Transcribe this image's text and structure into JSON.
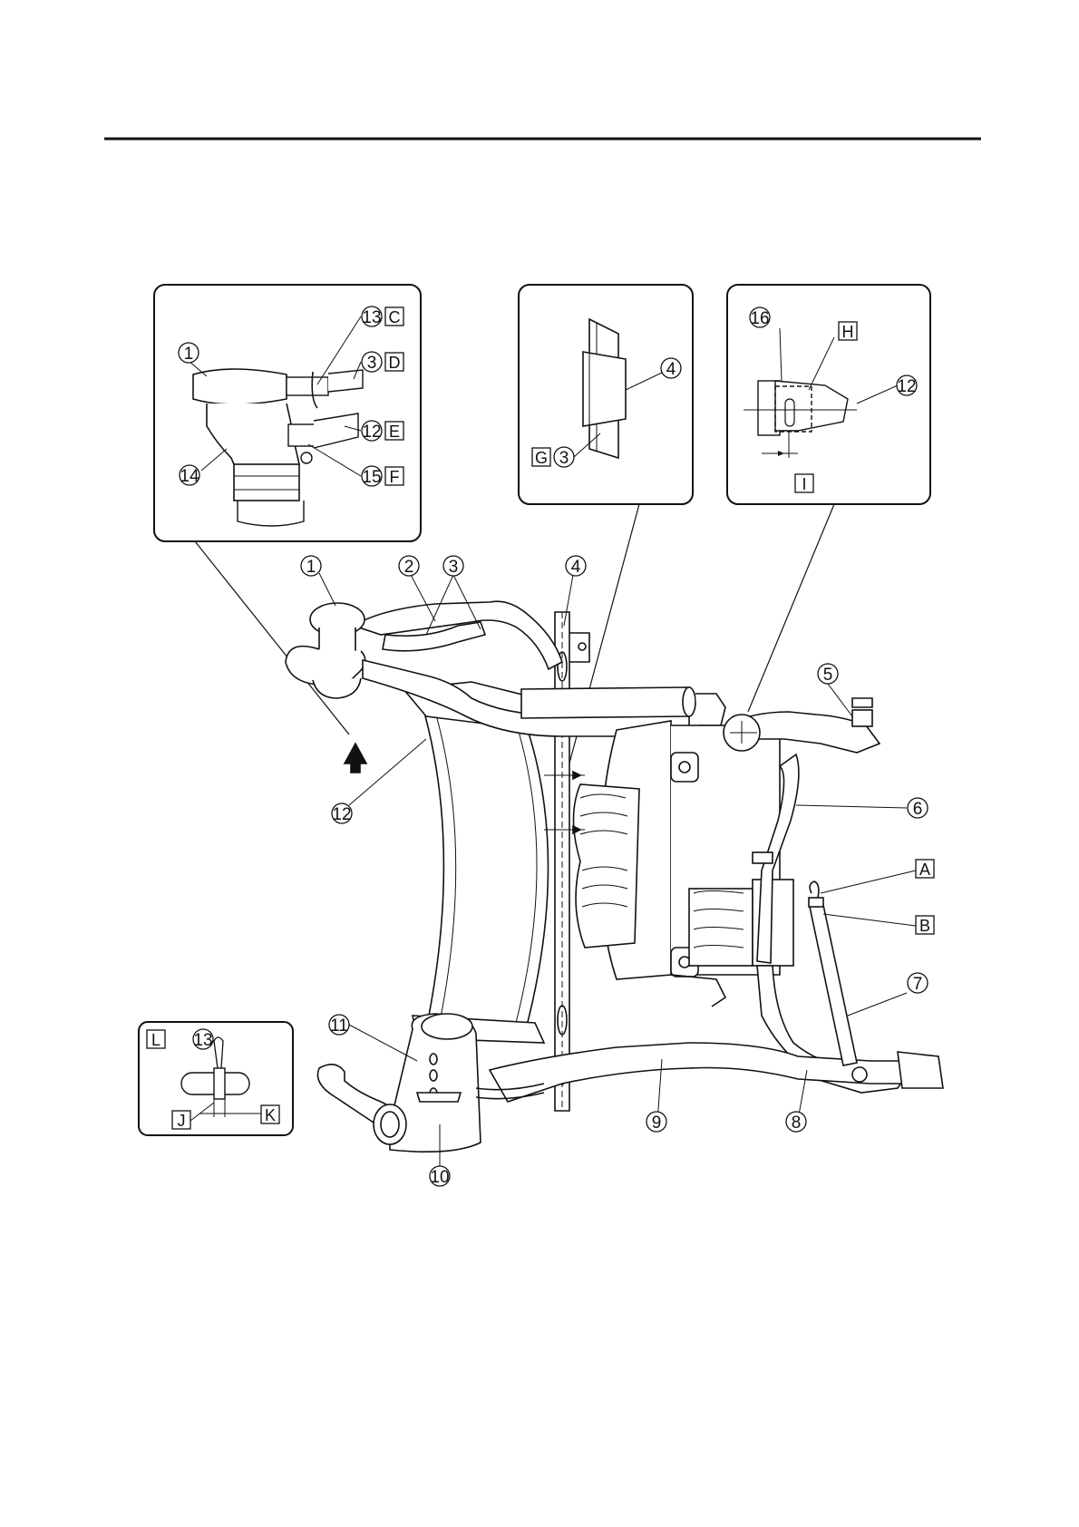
{
  "diagram": {
    "callouts": {
      "c1": "1",
      "c2": "2",
      "c3": "3",
      "c4": "4",
      "c5": "5",
      "c6": "6",
      "c7": "7",
      "c8": "8",
      "c9": "9",
      "c10": "10",
      "c11": "11",
      "c12": "12",
      "c13": "13",
      "c14": "14",
      "c15": "15",
      "c16": "16"
    },
    "letters": {
      "A": "A",
      "B": "B",
      "C": "C",
      "D": "D",
      "E": "E",
      "F": "F",
      "G": "G",
      "H": "H",
      "I": "I",
      "J": "J",
      "K": "K",
      "L": "L"
    }
  }
}
